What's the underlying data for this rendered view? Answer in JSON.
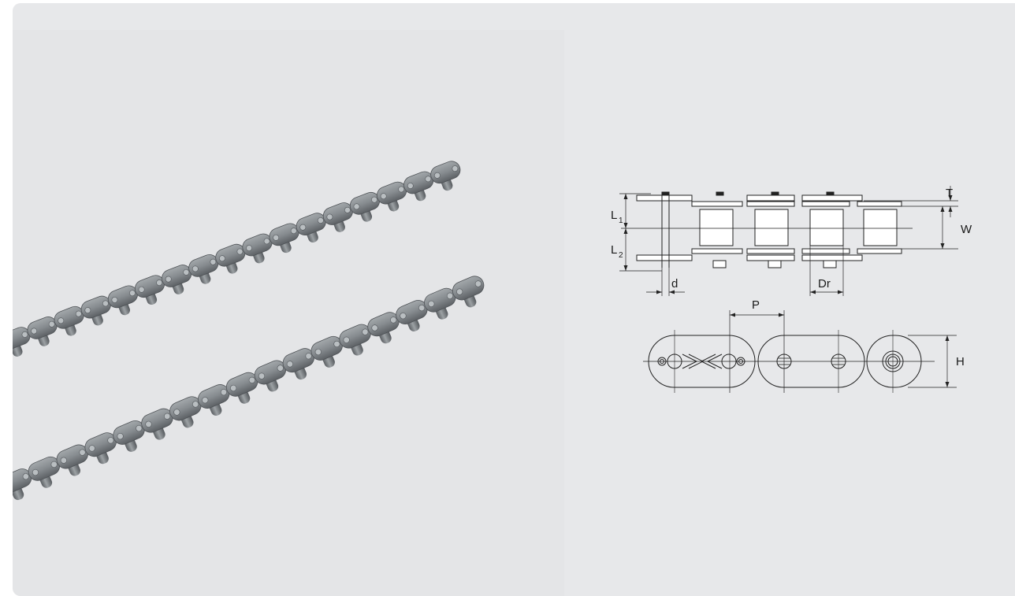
{
  "photo": {
    "alt_subject": "roller-chain-photo",
    "colors": {
      "background": "#e4e5e7",
      "plate_light": "#8e9396",
      "plate_dark": "#5c6064",
      "roller": "#767b7f"
    }
  },
  "diagram": {
    "labels": {
      "T": "T",
      "W": "W",
      "L1_main": "L",
      "L1_sub": "1",
      "L2_main": "L",
      "L2_sub": "2",
      "d": "d",
      "Dr": "Dr",
      "P": "P",
      "H": "H"
    },
    "line_color": "#222222"
  }
}
